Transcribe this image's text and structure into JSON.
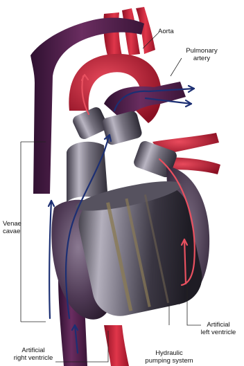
{
  "labels": {
    "aorta": "Aorta",
    "pulmonary_artery_line1": "Pulmonary",
    "pulmonary_artery_line2": "artery",
    "venae_cavae_line1": "Venae",
    "venae_cavae_line2": "cavae",
    "artificial_left_ventricle_line1": "Artificial",
    "artificial_left_ventricle_line2": "left ventricle",
    "artificial_right_ventricle_line1": "Artificial",
    "artificial_right_ventricle_line2": "right ventricle",
    "hydraulic_pumping_system_line1": "Hydraulic",
    "hydraulic_pumping_system_line2": "pumping system"
  },
  "colors": {
    "oxygenated_blood": "#c8243a",
    "deoxygenated_vessels": "#5b2350",
    "device_metal": "#6e6a78",
    "flow_arrow_venous": "#1c2f73",
    "flow_arrow_arterial": "#e8505f",
    "leader_lines": "#222222"
  }
}
